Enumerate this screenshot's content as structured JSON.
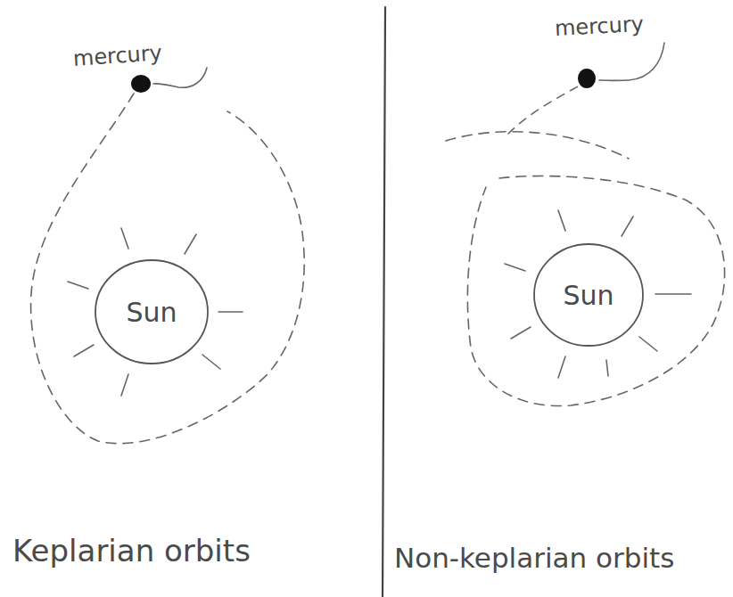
{
  "diagram": {
    "nodes": [
      {
        "text": [
          "Sun"
        ]
      },
      {
        "text": [
          "Sun"
        ]
      }
    ],
    "labels": [
      "mercury",
      "Keplarian orbits",
      "mercury",
      "Non-keplarian orbits"
    ]
  }
}
